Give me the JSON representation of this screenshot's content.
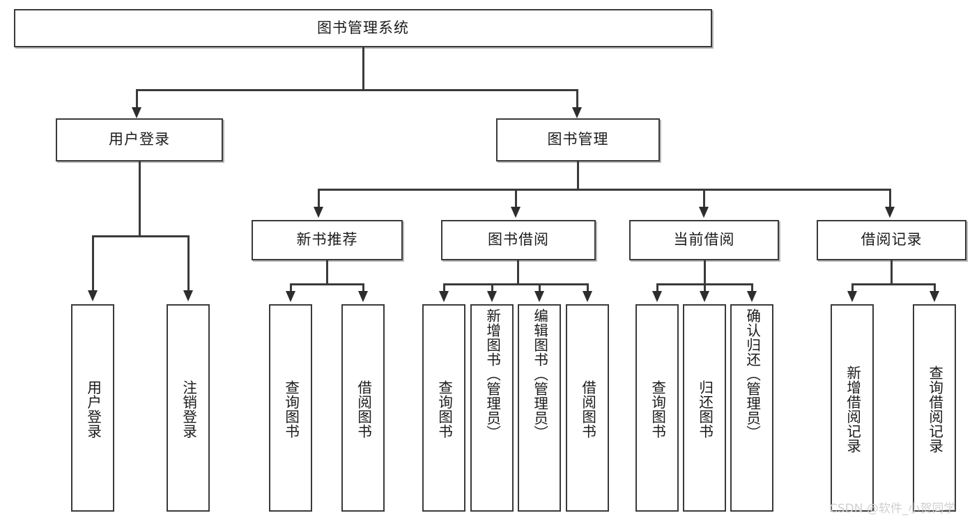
{
  "diagram": {
    "title_node": {
      "label": "图书管理系统"
    },
    "level1": [
      {
        "label": "用户登录"
      },
      {
        "label": "图书管理"
      }
    ],
    "level2": [
      {
        "label": "新书推荐"
      },
      {
        "label": "图书借阅"
      },
      {
        "label": "当前借阅"
      },
      {
        "label": "借阅记录"
      }
    ],
    "leaves": {
      "user_login": [
        {
          "label": "用户登录"
        },
        {
          "label": "注销登录"
        }
      ],
      "new_book_recommend": [
        {
          "label": "查询图书"
        },
        {
          "label": "借阅图书"
        }
      ],
      "book_borrow": [
        {
          "label": "查询图书"
        },
        {
          "label": "新增图书（管理员）"
        },
        {
          "label": "编辑图书（管理员）"
        },
        {
          "label": "借阅图书"
        }
      ],
      "current_borrow": [
        {
          "label": "查询图书"
        },
        {
          "label": "归还图书"
        },
        {
          "label": "确认归还（管理员）"
        }
      ],
      "borrow_record": [
        {
          "label": "新增借阅记录"
        },
        {
          "label": "查询借阅记录"
        }
      ]
    }
  },
  "watermark": {
    "text": "CSDN @软件_小贺同学"
  },
  "colors": {
    "stroke": "#3a3a3a",
    "fill": "#ffffff",
    "text": "#1b1b1b",
    "watermark": "#cfcfcf"
  }
}
